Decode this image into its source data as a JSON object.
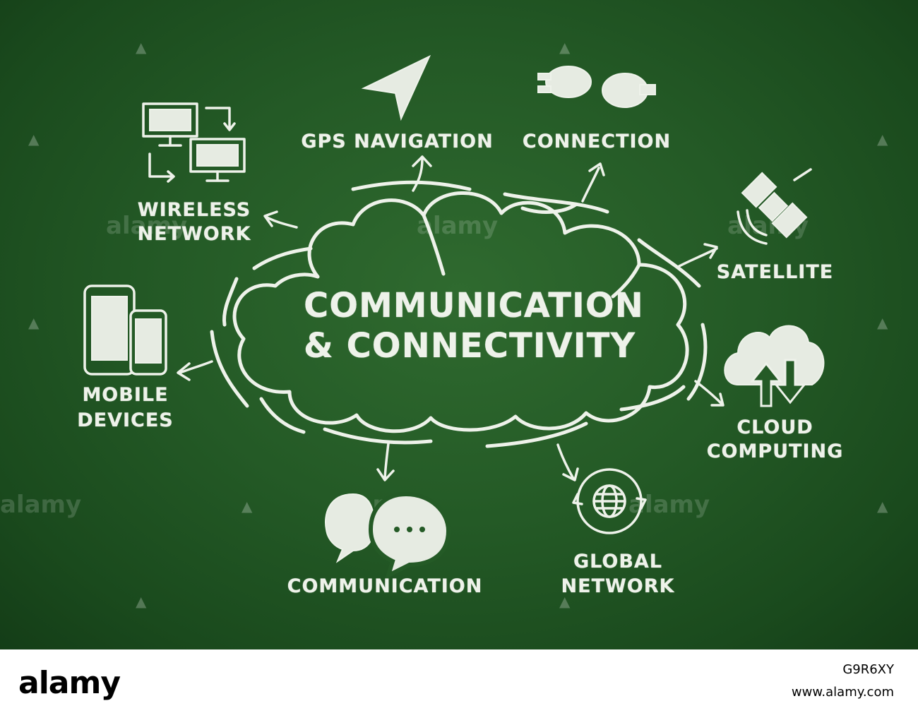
{
  "diagram": {
    "center_title": {
      "line1": "COMMUNICATION",
      "line2": "& CONNECTIVITY"
    },
    "nodes": {
      "gps": "GPS NAVIGATION",
      "connection": "CONNECTION",
      "wireless_line1": "WIRELESS",
      "wireless_line2": "NETWORK",
      "satellite": "SATELLITE",
      "mobile_line1": "MOBILE",
      "mobile_line2": "DEVICES",
      "cloud_line1": "CLOUD",
      "cloud_line2": "COMPUTING",
      "communication": "COMMUNICATION",
      "global_line1": "GLOBAL",
      "global_line2": "NETWORK"
    },
    "icons": [
      "wireless-network-icon",
      "gps-arrow-icon",
      "plug-connection-icon",
      "satellite-icon",
      "mobile-devices-icon",
      "cloud-computing-icon",
      "speech-bubbles-icon",
      "global-network-icon"
    ],
    "colors": {
      "board": "#245a26",
      "chalk": "#eef2ea",
      "footer": "#ffffff"
    }
  },
  "watermark": "alamy",
  "footer": {
    "logo": "alamy",
    "image_id": "G9R6XY",
    "url": "www.alamy.com"
  }
}
